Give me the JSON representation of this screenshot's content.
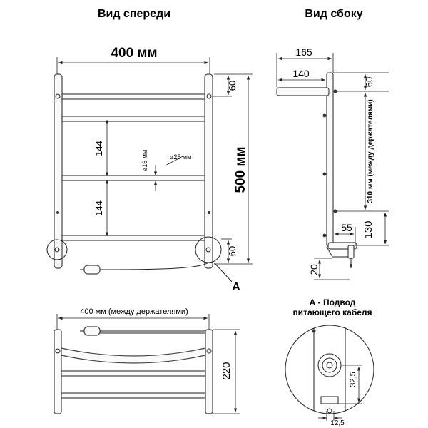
{
  "titles": {
    "front": "Вид спереди",
    "side": "Вид сбоку",
    "detail": "А - Подвод\nпитающего кабеля"
  },
  "front": {
    "width": "400 мм",
    "height": "500 мм",
    "top_offset": "60",
    "spacing1": "144",
    "spacing2": "144",
    "bottom_offset": "60",
    "d16": "16 мм",
    "d25": "25 мм",
    "callout": "A"
  },
  "side": {
    "d165": "165",
    "d140": "140",
    "d60": "60",
    "d310": "310 мм (между держателями)",
    "d55": "55",
    "d130": "130",
    "d20": "20"
  },
  "top": {
    "width": "400 мм (между держателями)",
    "depth": "220"
  },
  "detail": {
    "d32": "32,5",
    "d12": "12,5"
  },
  "colors": {
    "line": "#222222",
    "pipe": "#444444"
  }
}
